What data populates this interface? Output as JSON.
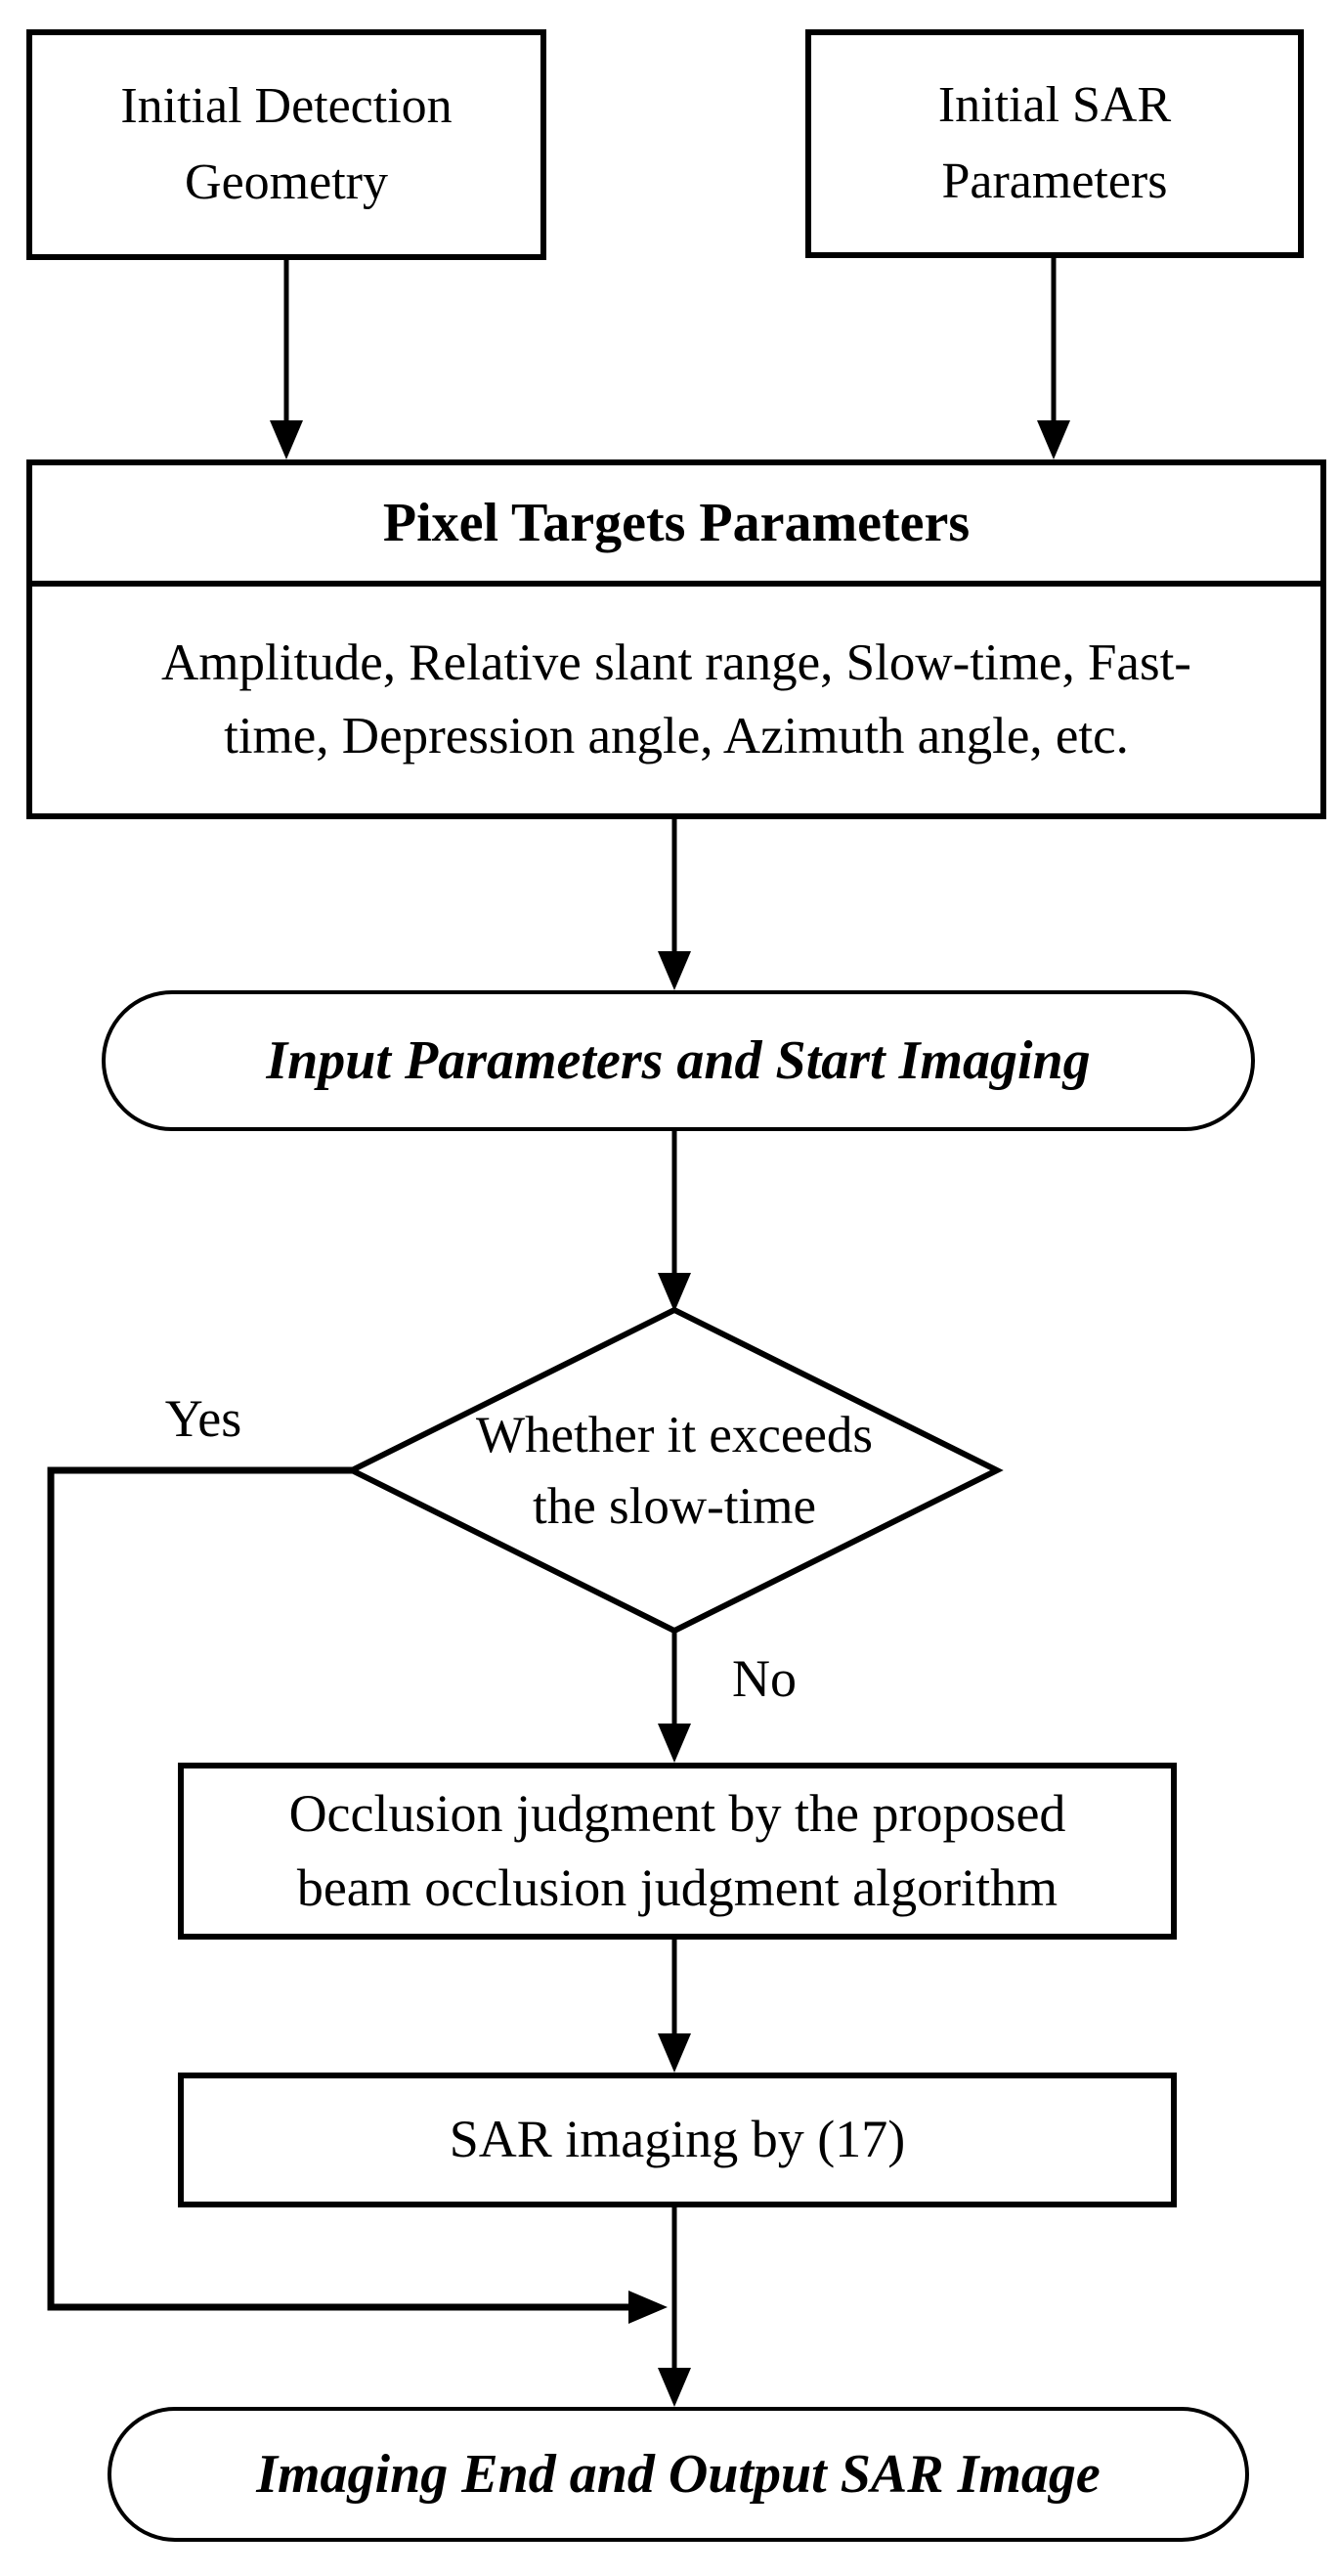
{
  "flowchart": {
    "title_hint": "SAR imaging flowchart",
    "colors": {
      "stroke": "#000000",
      "background": "#ffffff"
    },
    "nodes": {
      "initial_geometry": {
        "lines": [
          "Initial Detection",
          "Geometry"
        ]
      },
      "initial_sar": {
        "lines": [
          "Initial SAR",
          "Parameters"
        ]
      },
      "pixel_targets": {
        "title": "Pixel Targets Parameters",
        "body_lines": [
          "Amplitude, Relative slant range, Slow-time, Fast-",
          "time, Depression angle, Azimuth angle, etc."
        ]
      },
      "start_imaging": {
        "label": "Input Parameters and Start Imaging"
      },
      "decision": {
        "lines": [
          "Whether it exceeds",
          "the slow-time"
        ]
      },
      "occlusion": {
        "lines": [
          "Occlusion judgment by the proposed",
          "beam occlusion judgment algorithm"
        ]
      },
      "sar_imaging": {
        "label": "SAR imaging by (17)"
      },
      "imaging_end": {
        "label": "Imaging End and Output SAR Image"
      }
    },
    "edge_labels": {
      "yes": "Yes",
      "no": "No"
    }
  }
}
